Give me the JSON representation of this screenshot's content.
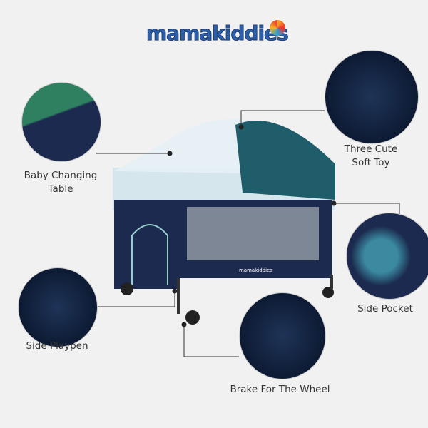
{
  "brand": {
    "logo": "mamakiddies"
  },
  "features": [
    {
      "label": "Baby Changing Table",
      "icon": "changing-table-photo"
    },
    {
      "label": "Three Cute Soft Toy",
      "icon": "soft-toy-photo"
    },
    {
      "label": "Side Pocket",
      "icon": "side-pocket-photo"
    },
    {
      "label": "Side Playpen",
      "icon": "side-playpen-photo"
    },
    {
      "label": "Brake For The Wheel",
      "icon": "wheel-brake-photo"
    }
  ],
  "product": {
    "crib_label": "mamakiddies"
  },
  "colors": {
    "background": "#f1f1f1",
    "crib": "#1b2a4e",
    "canopy": "#1f5d6b",
    "line": "#333333"
  }
}
